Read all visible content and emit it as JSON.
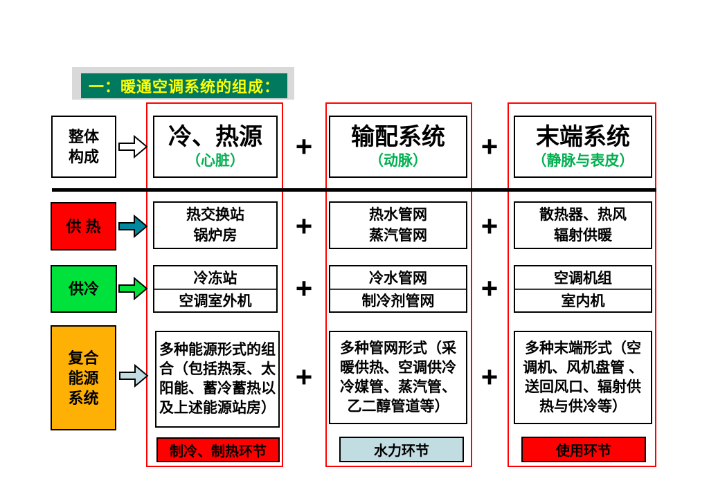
{
  "title": "一：暖通空调系统的组成：",
  "plus_sign": "+",
  "colors": {
    "banner_bg": "#00795F",
    "banner_text": "#FFFF00",
    "column_border": "#FF0000",
    "subtitle_green": "#00B050",
    "heat_red": "#FF0000",
    "cool_green": "#00E13C",
    "hybrid_orange": "#FFB005",
    "heat_arrow_teal": "#00889E",
    "hydraulic_blue": "#C2DDE2",
    "plain_white": "#FFFFFF"
  },
  "left_labels": [
    {
      "line1": "整体",
      "line2": "构成",
      "bg": "#FFFFFF",
      "arrow_color": "#FFFFFF"
    },
    {
      "line1": "供 热",
      "bg": "#FF0000",
      "arrow_color": "#00889E"
    },
    {
      "line1": "供冷",
      "bg": "#00E13C",
      "arrow_color": "#00E13C"
    },
    {
      "line1": "复合",
      "line2": "能源",
      "line3": "系统",
      "bg": "#FFB005",
      "arrow_color": "#C2DDE2"
    }
  ],
  "columns": [
    {
      "header": {
        "title": "冷、热源",
        "subtitle": "（心脏）"
      },
      "row2": {
        "line1": "热交换站",
        "line2": "锅炉房"
      },
      "row3": {
        "line1": "冷冻站",
        "line2": "空调室外机"
      },
      "row4": {
        "line1": "多种能源形式的组",
        "line2": "合（包括热泵、太",
        "line3": "阳能、蓄冷蓄热以",
        "line4": "及上述能源站房）"
      },
      "footer": {
        "label": "制冷、制热环节",
        "bg": "#FF0000"
      }
    },
    {
      "header": {
        "title": "输配系统",
        "subtitle": "（动脉）"
      },
      "row2": {
        "line1": "热水管网",
        "line2": "蒸汽管网"
      },
      "row3": {
        "line1": "冷水管网",
        "line2": "制冷剂管网"
      },
      "row4": {
        "line1": "多种管网形式（采",
        "line2": "暖供热、空调供冷",
        "line3": "冷媒管、蒸汽管、",
        "line4": "乙二醇管道等）"
      },
      "footer": {
        "label": "水力环节",
        "bg": "#C2DDE2"
      }
    },
    {
      "header": {
        "title": "末端系统",
        "subtitle": "（静脉与表皮）"
      },
      "row2": {
        "line1": "散热器、热风",
        "line2": "辐射供暖"
      },
      "row3": {
        "line1": "空调机组",
        "line2": "室内机"
      },
      "row4": {
        "line1": "多种末端形式（空",
        "line2": "调机、风机盘管 、",
        "line3": "送回风口、辐射供",
        "line4": "热与供冷等）"
      },
      "footer": {
        "label": "使用环节",
        "bg": "#FF0000"
      }
    }
  ]
}
